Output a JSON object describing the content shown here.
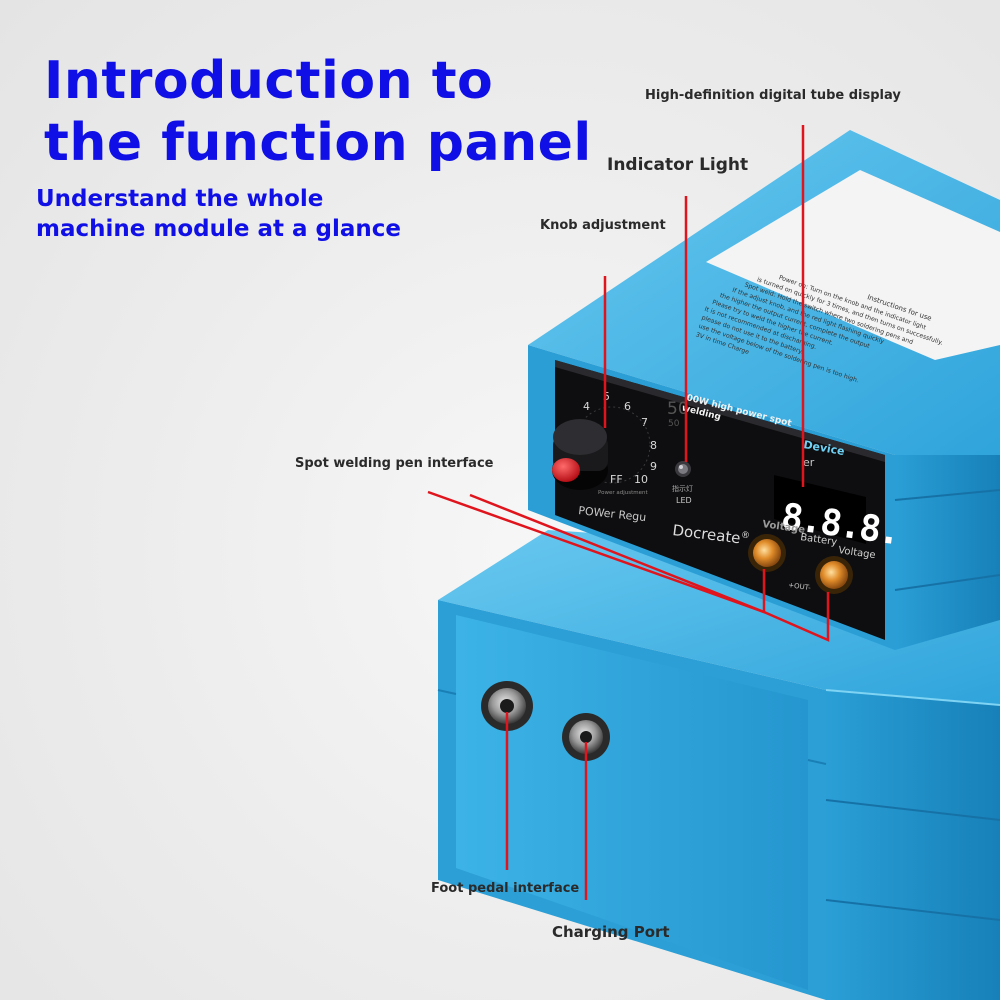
{
  "heading": {
    "line1": "Introduction to",
    "line2": "the function panel",
    "subtitle_line1": "Understand the whole",
    "subtitle_line2": "machine module at a glance"
  },
  "callouts": {
    "display": "High-definition digital tube display",
    "indicator": "Indicator Light",
    "knob": "Knob adjustment",
    "pen": "Spot welding pen interface",
    "pedal": "Foot pedal interface",
    "charging": "Charging Port"
  },
  "panel": {
    "brand": "Docreate",
    "registered": "®",
    "product_line1": "00W high power spot",
    "product_line2": "welding",
    "model_prefix": "50",
    "device_label": "Device",
    "er_fragment": "er",
    "led_cn": "指示灯",
    "led_label": "LED",
    "power_label": "POWer Regu",
    "power_small": "Power adjustment",
    "digits": "8.8.8.",
    "voltage_overlay": "Voltage",
    "battery_label": "Battery",
    "voltage_label": "Voltage",
    "out_label": "+OUT-",
    "dial_marks": [
      "4",
      "5",
      "6",
      "7",
      "8",
      "9",
      "10",
      "FF"
    ]
  },
  "sticker": {
    "title": "Instructions for use",
    "lines": [
      "Power on: Turn on the knob and the indicator light",
      "is turned on quickly for 3 times, and then turns on successfully.",
      "Spot weld: Hold the switch where two soldering pens and",
      "If the adjust knob, and the red light flashing quickly",
      "the higher the output current, complete the output",
      "Please try to weld the higher the current.",
      "It is not recommended at discharging.",
      "please do not use it to the battery.",
      "use the voltage below of the soldering pen is too high."
    ],
    "last_line": "3V in time Charge"
  },
  "colors": {
    "heading": "#1010e6",
    "case_blue": "#2ea7dc",
    "case_dark": "#1b86bd",
    "callout_line": "#e0141c",
    "digit_color": "#ffffff"
  },
  "icons": [
    "knob-icon",
    "led-indicator-icon",
    "output-terminal-icon",
    "dc-jack-icon"
  ]
}
